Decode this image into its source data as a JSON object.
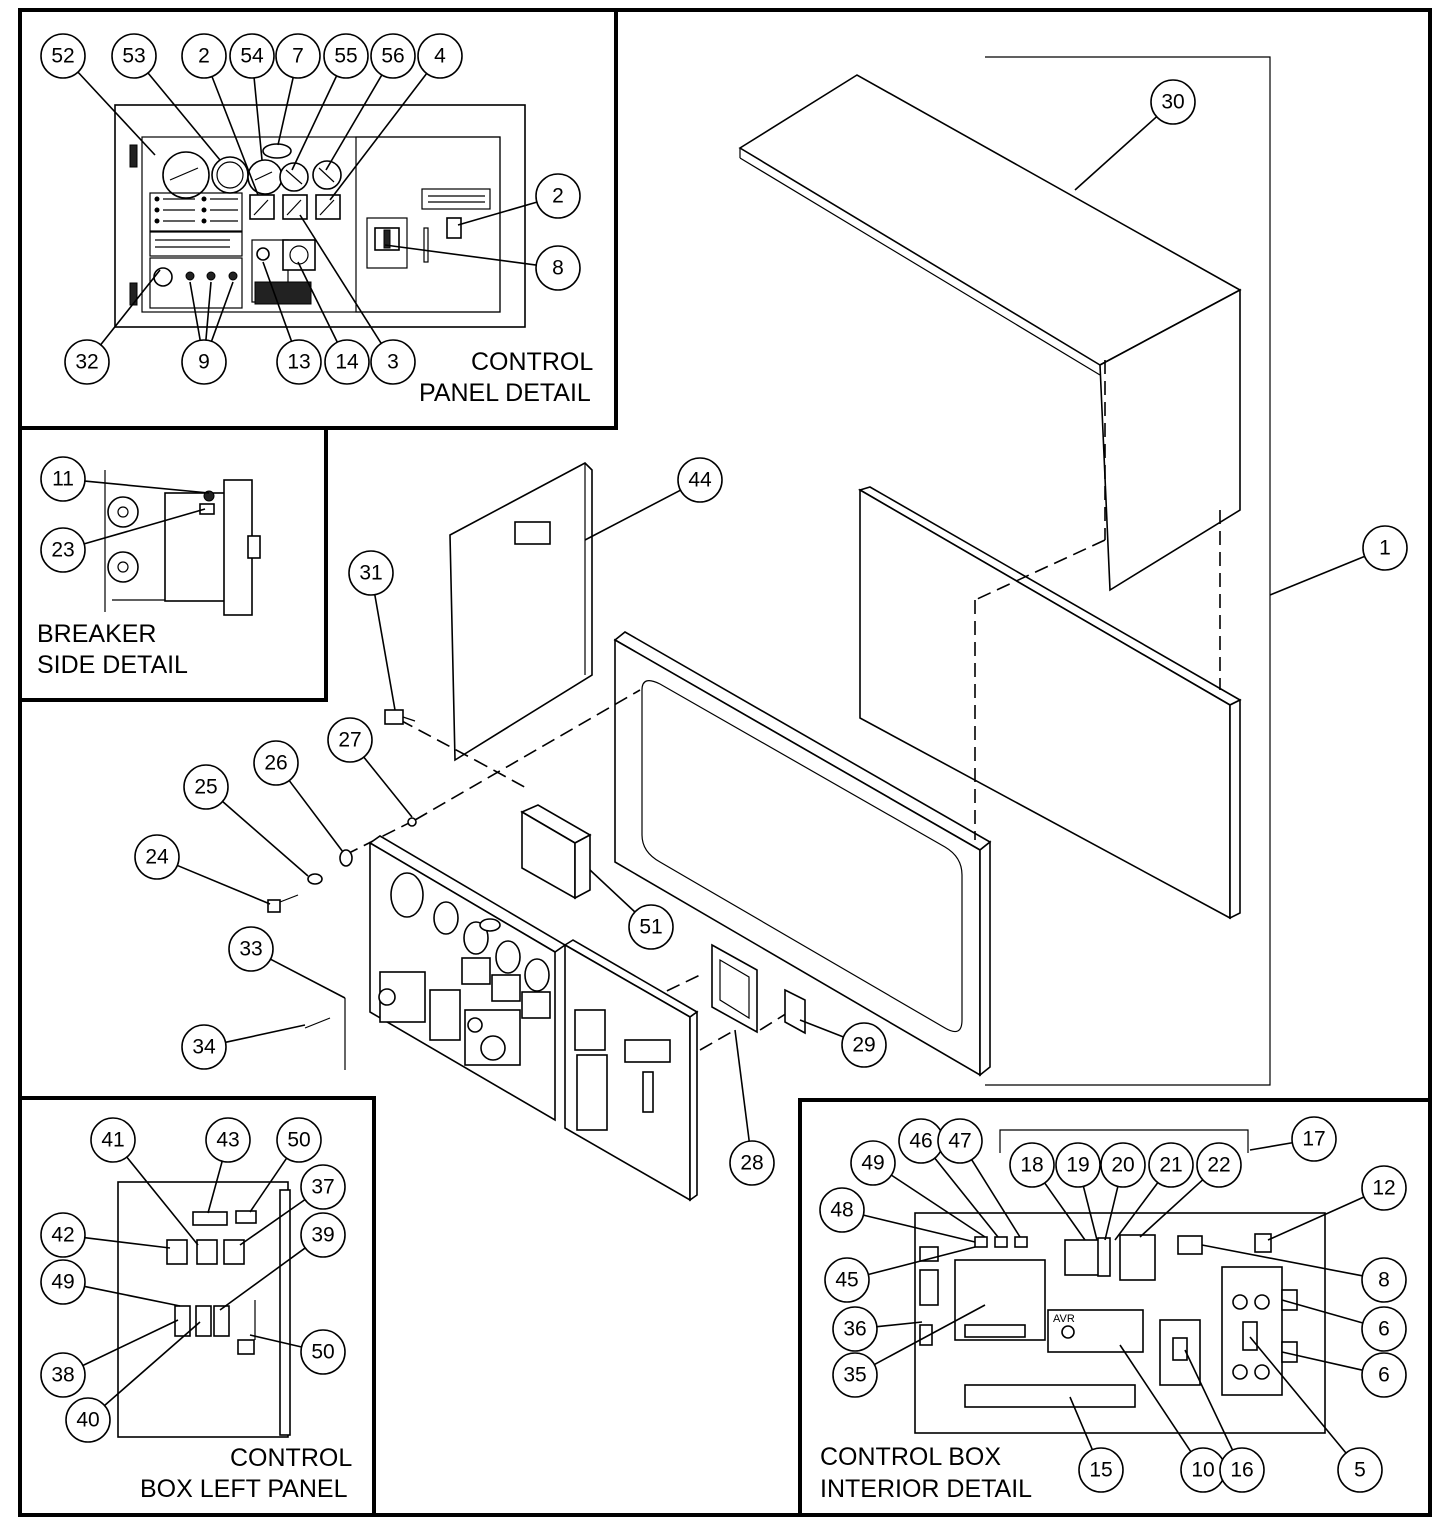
{
  "captions": {
    "control_panel_detail": [
      "CONTROL",
      "PANEL DETAIL"
    ],
    "breaker_side_detail": [
      "BREAKER",
      "SIDE DETAIL"
    ],
    "control_box_left_panel": [
      "CONTROL",
      "BOX LEFT PANEL"
    ],
    "control_box_interior_detail": [
      "CONTROL BOX",
      "INTERIOR DETAIL"
    ]
  },
  "callouts": {
    "panel": [
      "52",
      "53",
      "2",
      "54",
      "7",
      "55",
      "56",
      "4",
      "2",
      "8",
      "32",
      "9",
      "13",
      "14",
      "3"
    ],
    "breaker": [
      "11",
      "23"
    ],
    "main": [
      "30",
      "1",
      "44",
      "31",
      "27",
      "26",
      "25",
      "24",
      "51",
      "33",
      "34",
      "29",
      "28"
    ],
    "left_panel": [
      "41",
      "43",
      "50",
      "37",
      "42",
      "39",
      "49",
      "38",
      "40",
      "50"
    ],
    "interior": [
      "17",
      "49",
      "46",
      "47",
      "18",
      "19",
      "20",
      "21",
      "22",
      "48",
      "12",
      "45",
      "8",
      "36",
      "6",
      "35",
      "6",
      "15",
      "10",
      "16",
      "5"
    ]
  },
  "board_label": "AVR"
}
